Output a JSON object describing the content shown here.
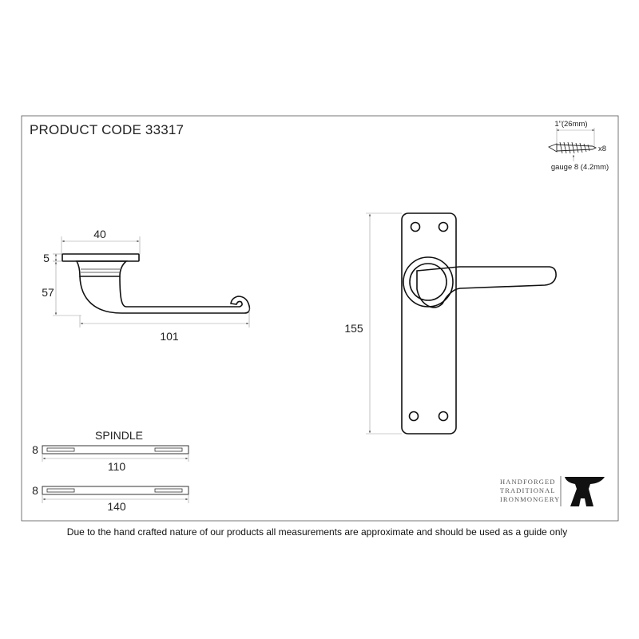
{
  "product_code_label": "PRODUCT CODE  33317",
  "screw": {
    "length": "1”(26mm)",
    "qty": "x8",
    "gauge": "gauge 8 (4.2mm)"
  },
  "side_view": {
    "width": "40",
    "plate_thickness": "5",
    "height": "57",
    "projection": "101"
  },
  "front_view": {
    "height": "155"
  },
  "spindle": {
    "label": "SPINDLE",
    "size_a": "8",
    "length_a": "110",
    "size_b": "8",
    "length_b": "140"
  },
  "brand": {
    "line1": "HANDFORGED",
    "line2": "TRADITIONAL",
    "line3": "IRONMONGERY"
  },
  "disclaimer": "Due to the hand crafted nature of our products all measurements are approximate and should be used as a guide only"
}
